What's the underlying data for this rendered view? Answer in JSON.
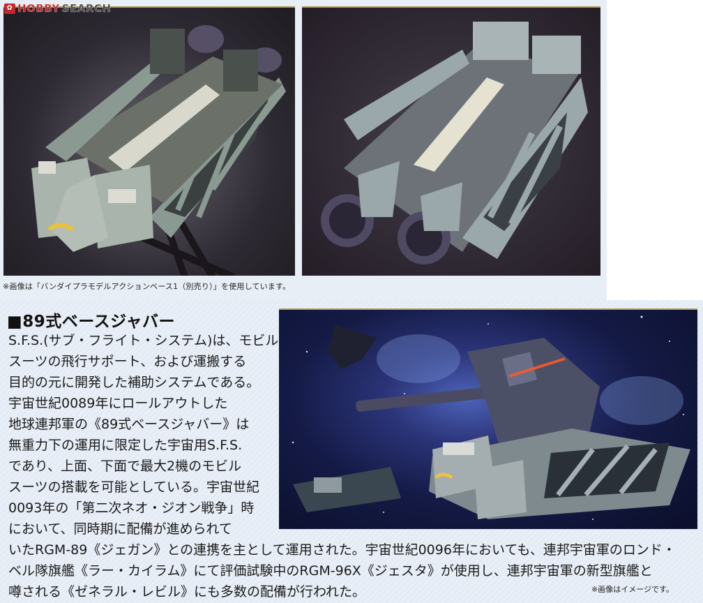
{
  "logo": {
    "mark": "✿",
    "brand_part1": "HOBBY",
    "brand_part2": "SEARCH",
    "color_primary": "#c0282e"
  },
  "photos": [
    {
      "id": "photo-top-left",
      "alt": "89式ベースジャバー model, front view on display stand"
    },
    {
      "id": "photo-top-right",
      "alt": "89式ベースジャバー model, rear view showing thrusters"
    },
    {
      "id": "photo-bottom-right",
      "alt": "Mobile suit riding 89式ベースジャバー in space scene"
    }
  ],
  "captions": {
    "top": "※画像は「バンダイプラモデルアクションベース1（別売り）」を使用しています。",
    "bottom": "※画像はイメージです。"
  },
  "article": {
    "heading": "■89式ベースジャバー",
    "lines": [
      "S.F.S.(サブ・フライト・システム)は、モビル",
      "スーツの飛行サポート、および運搬する",
      "目的の元に開発した補助システムである。",
      "宇宙世紀0089年にロールアウトした",
      "地球連邦軍の《89式ベースジャバー》は",
      "無重力下の運用に限定した宇宙用S.F.S.",
      "であり、上面、下面で最大2機のモビル",
      "スーツの搭載を可能としている。宇宙世紀",
      "0093年の「第二次ネオ・ジオン戦争」時",
      "において、同時期に配備が進められて",
      "いたRGM-89《ジェガン》との連携を主として運用された。宇宙世紀0096年においても、連邦宇宙軍のロンド・",
      "ベル隊旗艦《ラー・カイラム》にて評価試験中のRGM-96X《ジェスタ》が使用し、連邦宇宙軍の新型旗艦と",
      "噂される《ゼネラル・レビル》にも多数の配備が行われた。"
    ]
  },
  "colors": {
    "page_bg": "#e8eef6",
    "photo_frame": "#b29a5a",
    "text": "#1a1a1a"
  }
}
